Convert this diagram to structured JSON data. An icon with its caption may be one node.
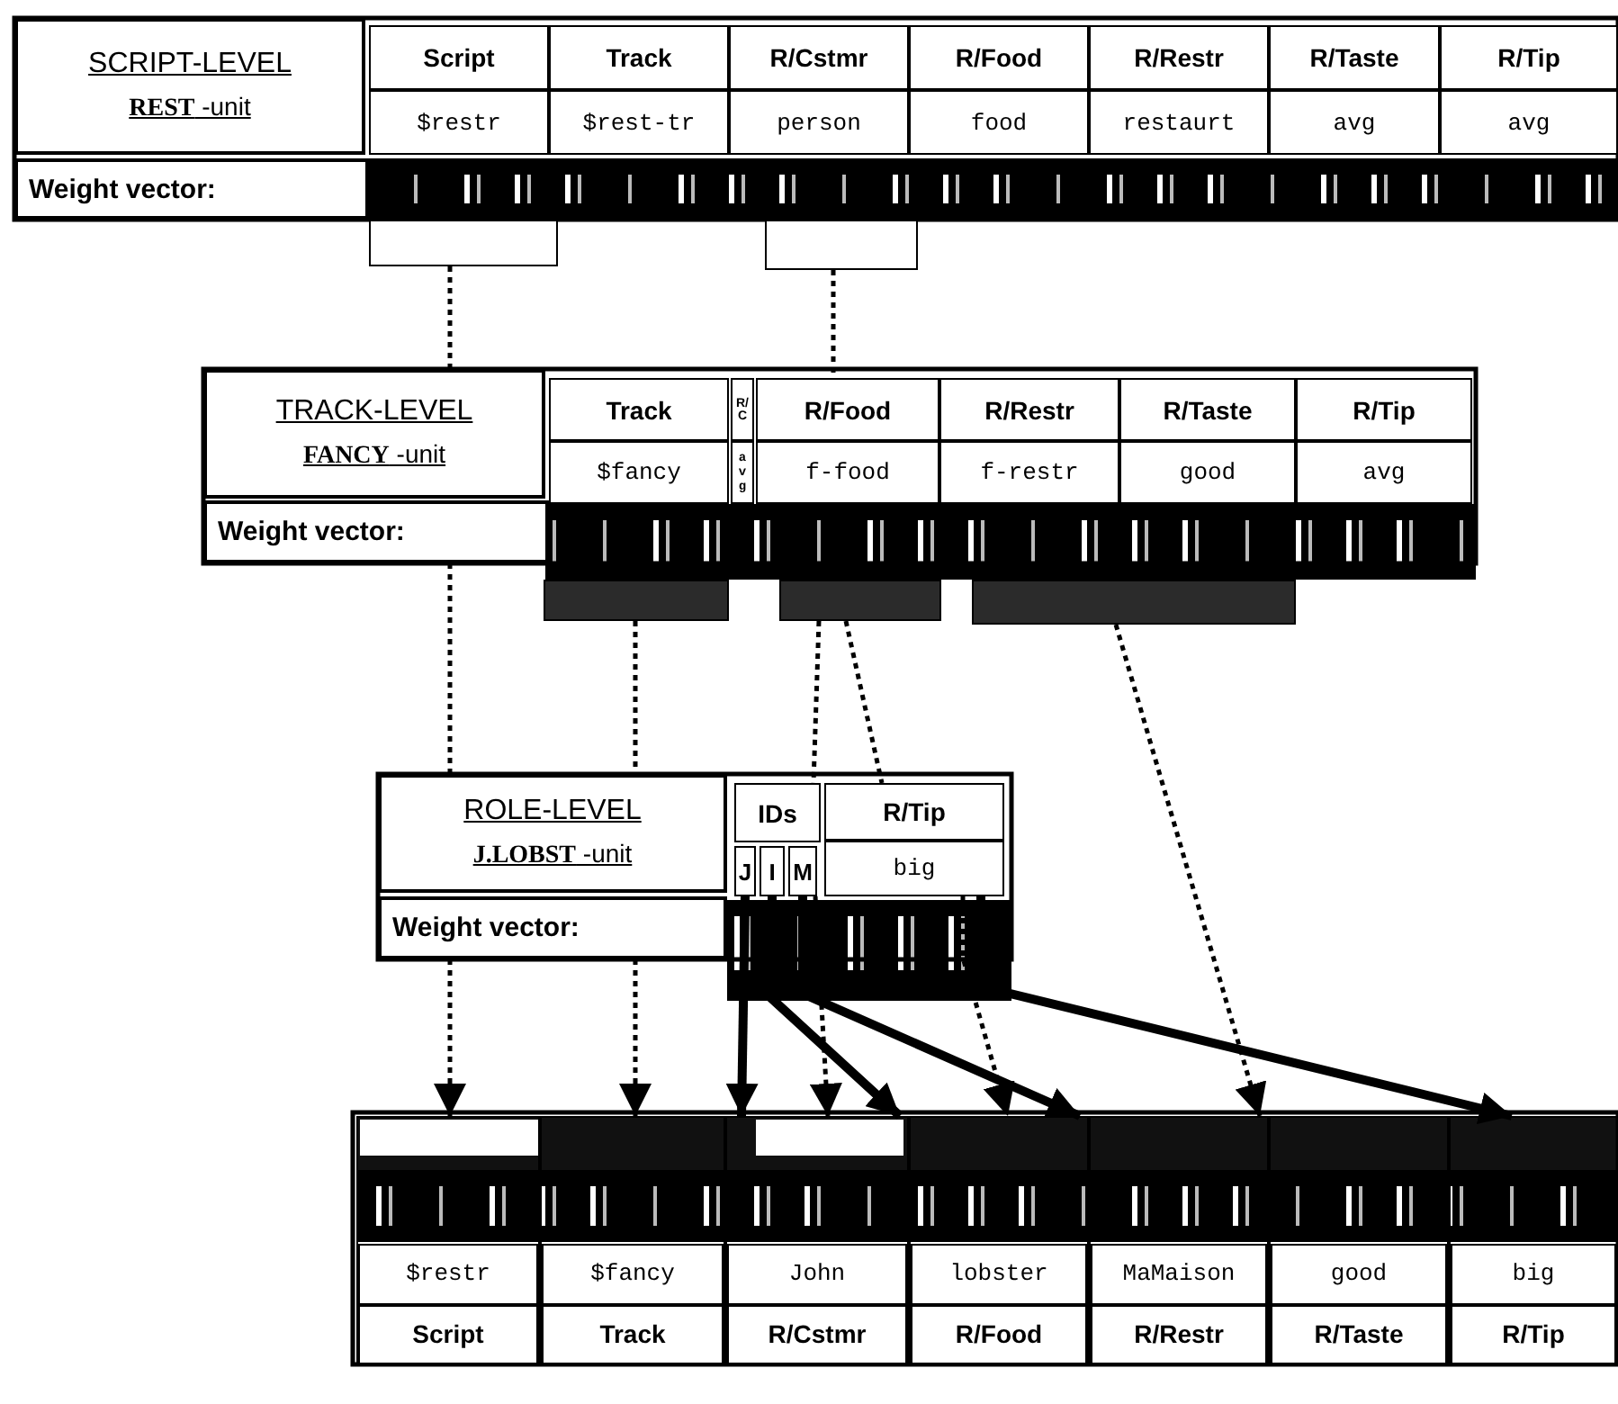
{
  "diagram": {
    "nodes": [
      {
        "text": [
          "SCRIPT-LEVEL",
          "**REST** -unit"
        ]
      },
      {
        "text": [
          "Weight vector:"
        ]
      },
      {
        "text": [
          "Script",
          "$restr"
        ]
      },
      {
        "text": [
          "Track",
          "$rest-tr"
        ]
      },
      {
        "text": [
          "R/Cstmr",
          "person"
        ]
      },
      {
        "text": [
          "R/Food",
          "food"
        ]
      },
      {
        "text": [
          "R/Restr",
          "restaurt"
        ]
      },
      {
        "text": [
          "R/Taste",
          "avg"
        ]
      },
      {
        "text": [
          "R/Tip",
          "avg"
        ]
      },
      {
        "text": [],
        "shape": "box"
      },
      {
        "text": [],
        "shape": "box"
      },
      {
        "text": [
          "TRACK-LEVEL",
          "**FANCY** -unit"
        ]
      },
      {
        "text": [
          "Weight vector:"
        ]
      },
      {
        "text": [
          "Track",
          "$fancy"
        ]
      },
      {
        "text": [
          "R/C",
          "avg"
        ]
      },
      {
        "text": [
          "R/Food",
          "f-food"
        ]
      },
      {
        "text": [
          "R/Restr",
          "f-restr"
        ]
      },
      {
        "text": [
          "R/Taste",
          "good"
        ]
      },
      {
        "text": [
          "R/Tip",
          "avg"
        ]
      },
      {
        "text": [],
        "shape": "box"
      },
      {
        "text": [],
        "shape": "box"
      },
      {
        "text": [],
        "shape": "box"
      },
      {
        "text": [
          "ROLE-LEVEL",
          "**J.LOBST** -unit"
        ]
      },
      {
        "text": [
          "Weight vector:"
        ]
      },
      {
        "text": [
          "IDs"
        ]
      },
      {
        "text": [
          "J"
        ]
      },
      {
        "text": [
          "I"
        ]
      },
      {
        "text": [
          "M"
        ]
      },
      {
        "text": [
          "R/Tip",
          "big"
        ]
      },
      {
        "text": [
          "$restr",
          "Script"
        ]
      },
      {
        "text": [
          "$fancy",
          "Track"
        ]
      },
      {
        "text": [
          "John",
          "R/Cstmr"
        ]
      },
      {
        "text": [
          "lobster",
          "R/Food"
        ]
      },
      {
        "text": [
          "MaMaison",
          "R/Restr"
        ]
      },
      {
        "text": [
          "good",
          "R/Taste"
        ]
      },
      {
        "text": [
          "big",
          "R/Tip"
        ]
      }
    ],
    "edges": [
      {
        "from": 9,
        "to": 11,
        "arrow": "none",
        "style": "dashed"
      },
      {
        "from": 12,
        "to": 22,
        "arrow": "none",
        "style": "dashed"
      },
      {
        "from": 23,
        "to": 29,
        "arrow": "to",
        "style": "dashed"
      },
      {
        "from": 10,
        "to": 15,
        "arrow": "none",
        "style": "dashed"
      },
      {
        "from": 19,
        "to": 22,
        "arrow": "none",
        "style": "dashed"
      },
      {
        "from": 20,
        "to": 24,
        "arrow": "none",
        "style": "dashed"
      },
      {
        "from": 20,
        "to": 28,
        "arrow": "none",
        "style": "dashed"
      },
      {
        "from": 27,
        "to": 31,
        "arrow": "to",
        "style": "dashed"
      },
      {
        "from": 28,
        "to": 32,
        "arrow": "to",
        "style": "dashed"
      },
      {
        "from": 21,
        "to": 34,
        "arrow": "to",
        "style": "dashed"
      },
      {
        "from": 25,
        "to": 31,
        "arrow": "to",
        "style": "thick"
      },
      {
        "from": 26,
        "to": 32,
        "arrow": "to",
        "style": "thick"
      },
      {
        "from": 27,
        "to": 33,
        "arrow": "to",
        "style": "thick"
      },
      {
        "from": 28,
        "to": 35,
        "arrow": "to",
        "style": "thick"
      },
      {
        "from": 23,
        "to": 30,
        "arrow": "to",
        "style": "dashed"
      }
    ]
  }
}
